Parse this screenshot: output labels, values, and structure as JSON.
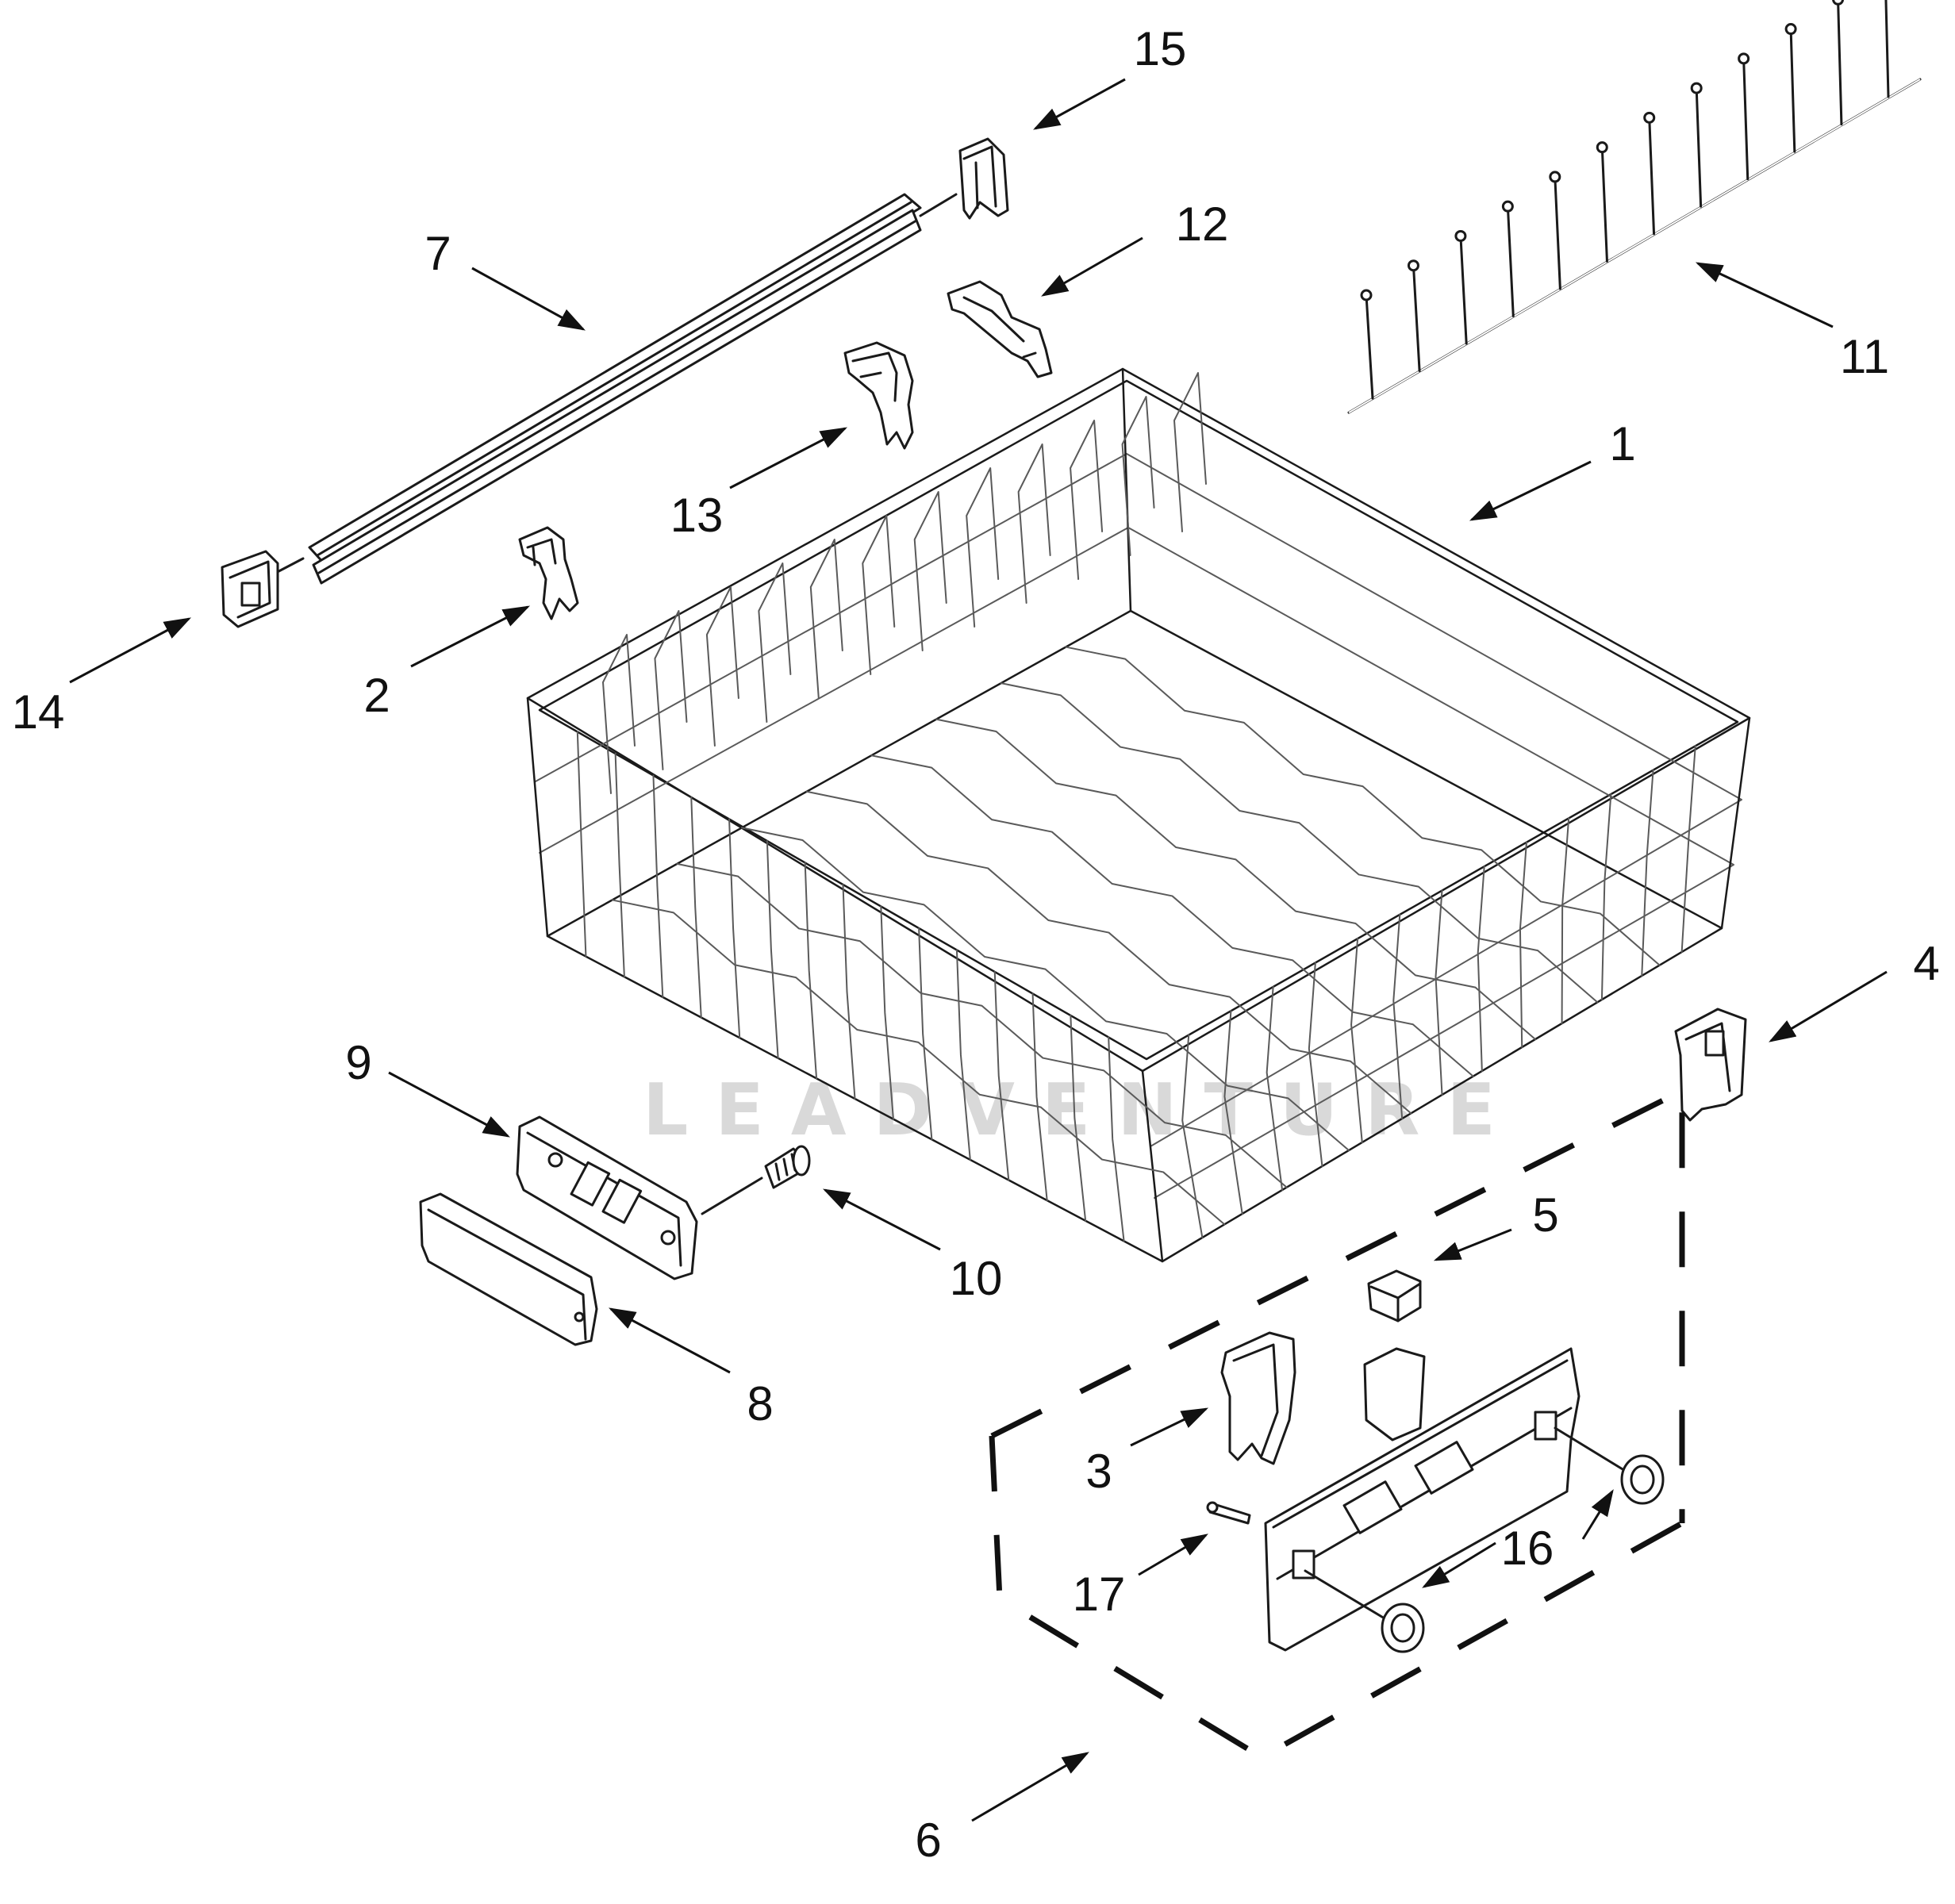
{
  "diagram": {
    "watermark": "LEADVENTURE",
    "callouts": [
      {
        "id": "1",
        "label": "1"
      },
      {
        "id": "2",
        "label": "2"
      },
      {
        "id": "3",
        "label": "3"
      },
      {
        "id": "4",
        "label": "4"
      },
      {
        "id": "5",
        "label": "5"
      },
      {
        "id": "6",
        "label": "6"
      },
      {
        "id": "7",
        "label": "7"
      },
      {
        "id": "8",
        "label": "8"
      },
      {
        "id": "9",
        "label": "9"
      },
      {
        "id": "10",
        "label": "10"
      },
      {
        "id": "11",
        "label": "11"
      },
      {
        "id": "12",
        "label": "12"
      },
      {
        "id": "13",
        "label": "13"
      },
      {
        "id": "14",
        "label": "14"
      },
      {
        "id": "15",
        "label": "15"
      },
      {
        "id": "16",
        "label": "16"
      },
      {
        "id": "17",
        "label": "17"
      }
    ]
  }
}
